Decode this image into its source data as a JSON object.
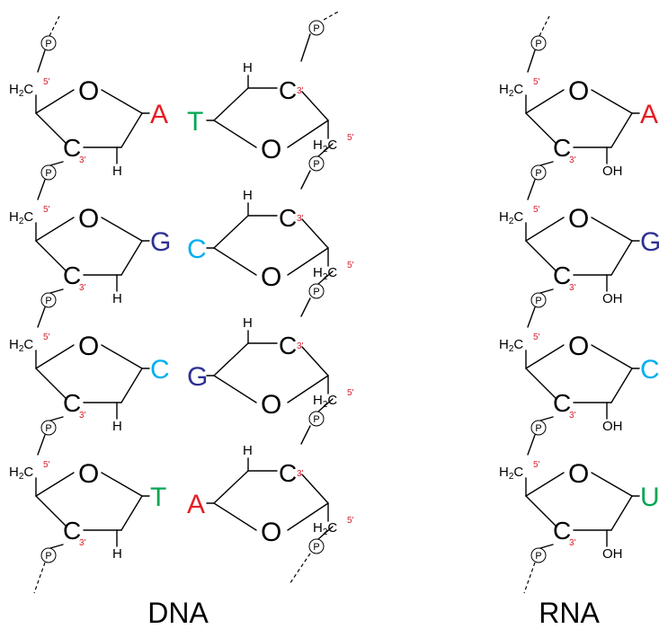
{
  "labels": {
    "ring_oxygen": "O",
    "carbon": "C",
    "ch2": "H",
    "ch2_sub": "2",
    "ch2_tail": "C",
    "hydrogen": "H",
    "hydroxyl": "OH",
    "phosphate": "P",
    "prime5": "5'",
    "prime3": "3'"
  },
  "captions": {
    "dna": "DNA",
    "rna": "RNA"
  },
  "colors": {
    "A": "#e31e24",
    "T": "#00a651",
    "U": "#00a651",
    "G": "#2e3192",
    "C": "#00aeef"
  },
  "dna": {
    "left_strand": {
      "bases": [
        "A",
        "G",
        "C",
        "T"
      ]
    },
    "right_strand": {
      "bases": [
        "T",
        "C",
        "G",
        "A"
      ]
    }
  },
  "rna": {
    "bases": [
      "A",
      "G",
      "C",
      "U"
    ]
  }
}
